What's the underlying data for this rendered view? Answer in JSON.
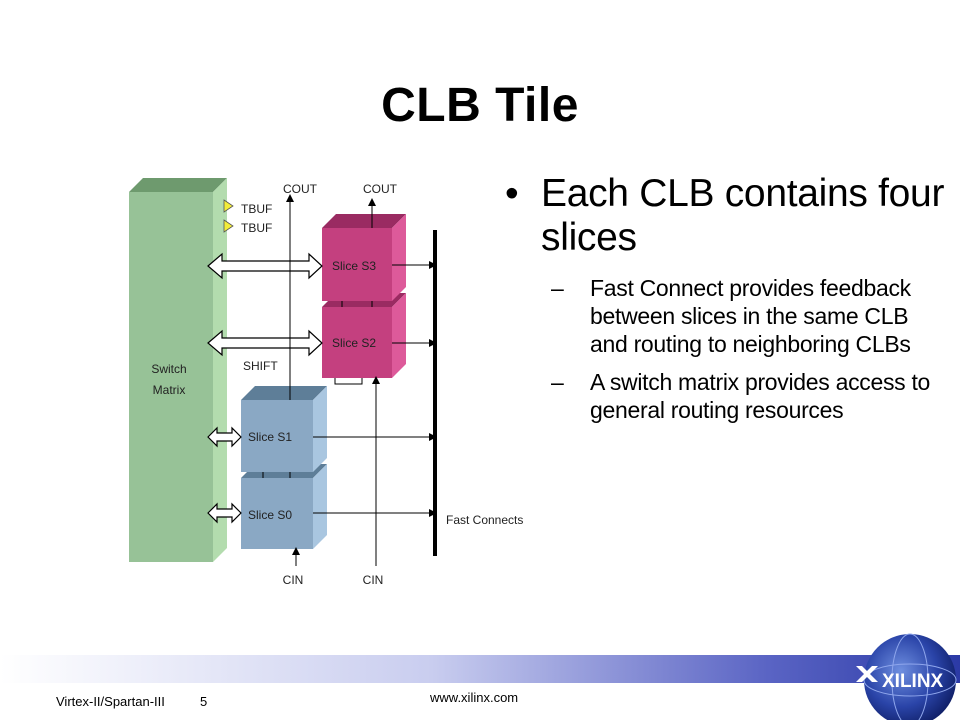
{
  "slide": {
    "title": "CLB Tile",
    "bullet": "Each CLB contains four slices",
    "bullet_marker": "•",
    "sub_marker": "–",
    "sub_bullets": [
      "Fast Connect provides feedback between slices in the same CLB and routing to neighboring CLBs",
      "A switch matrix provides access to general routing resources"
    ]
  },
  "diagram": {
    "switch_matrix": [
      "Switch",
      "Matrix"
    ],
    "tbuf_labels": [
      "TBUF",
      "TBUF"
    ],
    "cout_labels": [
      "COUT",
      "COUT"
    ],
    "cin_labels": [
      "CIN",
      "CIN"
    ],
    "shift_label": "SHIFT",
    "fast_connects_label": "Fast Connects",
    "slices": {
      "s3": "Slice S3",
      "s2": "Slice S2",
      "s1": "Slice S1",
      "s0": "Slice S0"
    }
  },
  "footer": {
    "left": "Virtex-II/Spartan-III",
    "page": "5",
    "url": "www.xilinx.com",
    "logo_text": "XILINX"
  },
  "colors": {
    "switch_matrix": "#97c297",
    "slice_pink": "#c4407f",
    "slice_blue": "#8aa8c4",
    "footer_gradient_end": "#2b3aa6"
  }
}
